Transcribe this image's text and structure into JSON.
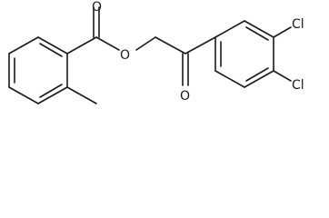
{
  "molecule": {
    "atoms": {
      "ester_oxygen": "O",
      "carbonyl_oxygen_left": "O",
      "carbonyl_oxygen_right": "O",
      "chlorine_para": "Cl",
      "chlorine_meta": "Cl"
    }
  },
  "colors": {
    "ink": "#1a1a1a",
    "background": "#ffffff"
  }
}
